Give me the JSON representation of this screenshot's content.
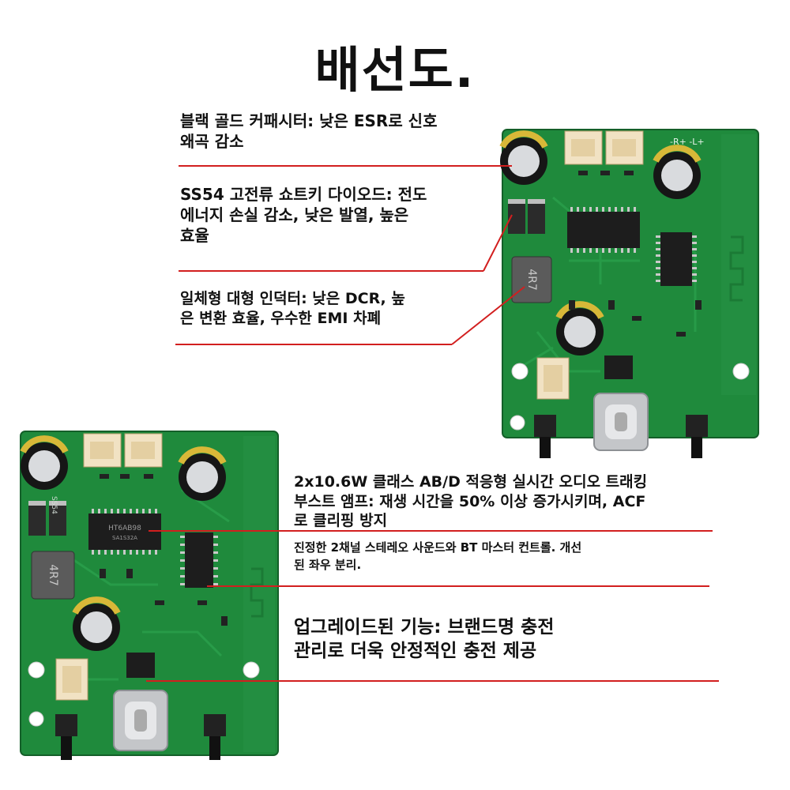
{
  "title": "배선도.",
  "annotations": [
    {
      "line1": "블랙 골드 커패시터: 낮은 ESR로 신호",
      "line2": "왜곡 감소"
    },
    {
      "line1": "SS54 고전류 쇼트키 다이오드: 전도",
      "line2": "에너지 손실 감소, 낮은 발열, 높은",
      "line3": "효율"
    },
    {
      "line1": "일체형 대형 인덕터: 낮은 DCR, 높",
      "line2": "은 변환 효율, 우수한 EMI 차폐"
    },
    {
      "line1": "2x10.6W 클래스 AB/D 적응형 실시간 오디오 트래킹",
      "line2": "부스트 앰프: 재생 시간을 50% 이상 증가시키며, ACF",
      "line3": "로 클리핑 방지"
    },
    {
      "line1": "진정한 2채널 스테레오 사운드와 BT 마스터 컨트롤. 개선",
      "line2": "된 좌우 분리."
    },
    {
      "line1": "업그레이드된 기능: 브랜드명 충전",
      "line2": "관리로 더욱 안정적인 충전 제공"
    }
  ],
  "board": {
    "silk_top": "-R+ -L+",
    "inductor_label": "4R7",
    "diode_label": "SS54",
    "ic_label": "HT6AB98",
    "ic_sub": "SA1S32A"
  },
  "colors": {
    "pcb": "#1f8a3c",
    "pcb_dark": "#176e2f",
    "line": "#d21f1f",
    "text": "#111111"
  }
}
